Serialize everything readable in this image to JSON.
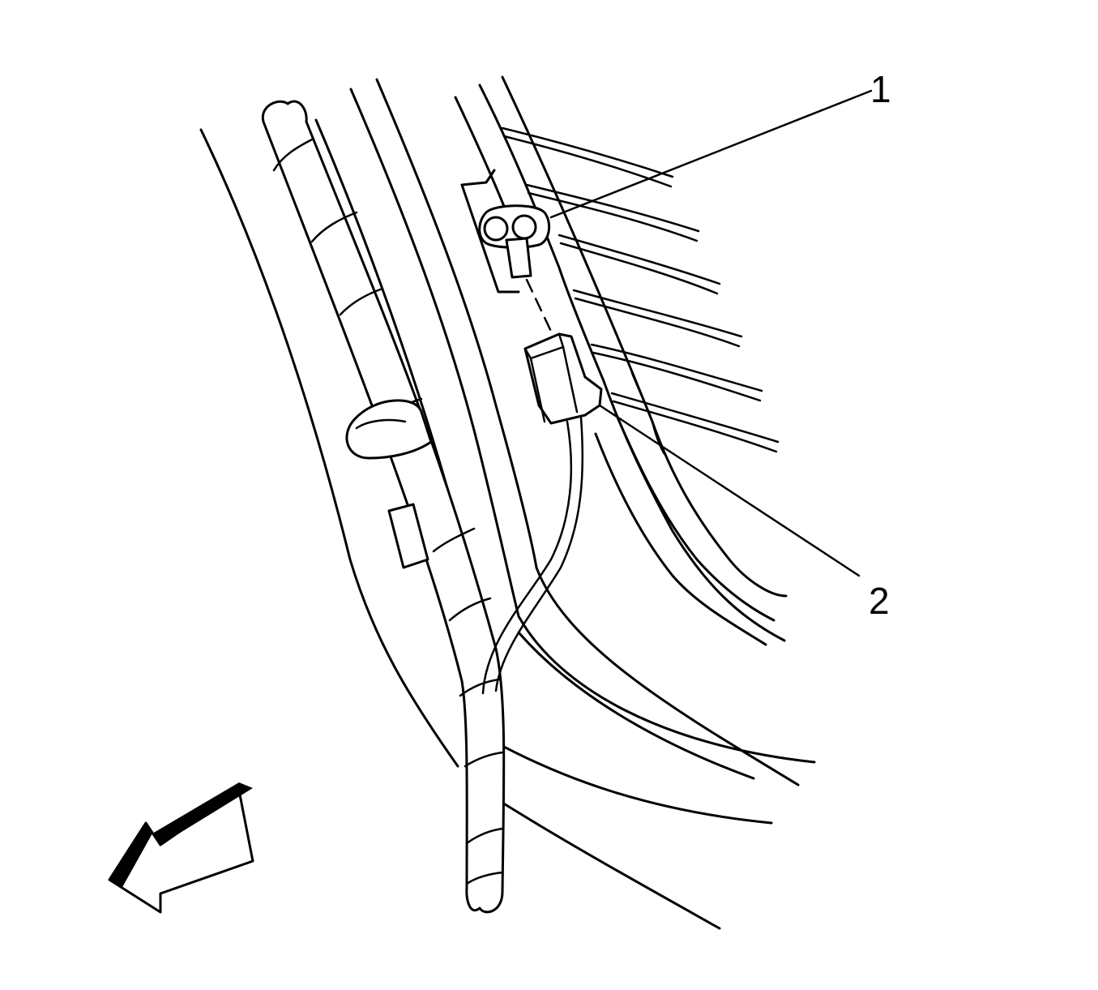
{
  "diagram": {
    "callouts": [
      {
        "id": "1",
        "label": "1"
      },
      {
        "id": "2",
        "label": "2"
      }
    ],
    "direction_arrow_icon": "front-arrow-icon",
    "colors": {
      "line": "#000000",
      "background": "#ffffff"
    }
  }
}
